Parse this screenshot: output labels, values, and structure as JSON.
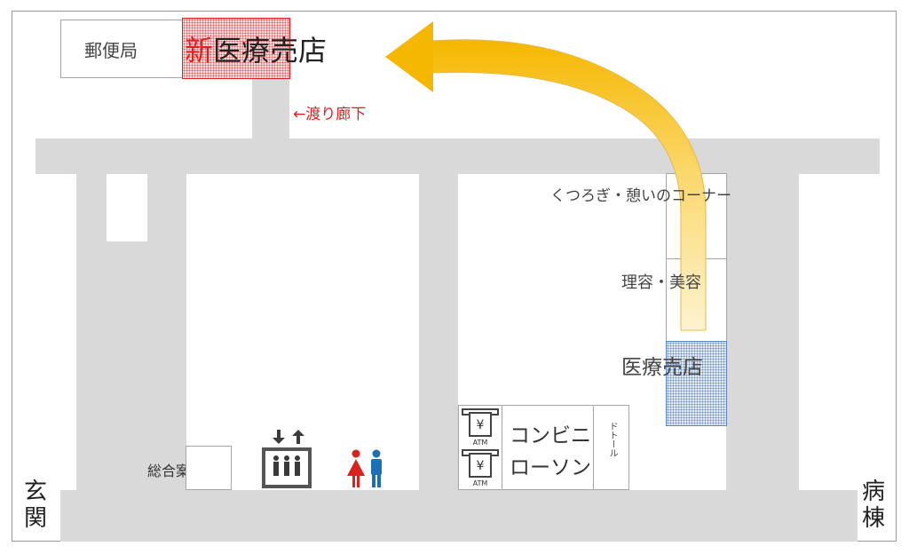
{
  "labels": {
    "post_office": "郵便局",
    "new_shop_prefix": "新",
    "new_shop_name": "医療売店",
    "corridor_note": "←渡り廊下",
    "lounge": "くつろぎ・憩いのコーナー",
    "barber": "理容・美容",
    "shop": "医療売店",
    "info_desk": "総合案内",
    "convenience_line1": "コンビニ",
    "convenience_line2": "ローソン",
    "doutor": "ドトール",
    "atm": "ATM",
    "yen": "¥",
    "entrance_1": "玄",
    "entrance_2": "関",
    "ward_1": "病",
    "ward_2": "棟"
  },
  "icons": {
    "elevator": "elevator-icon",
    "restroom": "restroom-icon",
    "atm": "atm-icon",
    "arrow": "route-arrow"
  },
  "colors": {
    "corridor": "#d9d9d9",
    "highlight_red": "#e02020",
    "highlight_blue": "#5b87c5",
    "arrow_yellow": "#f5b700",
    "female": "#d9231e",
    "male": "#1a6fb5"
  }
}
